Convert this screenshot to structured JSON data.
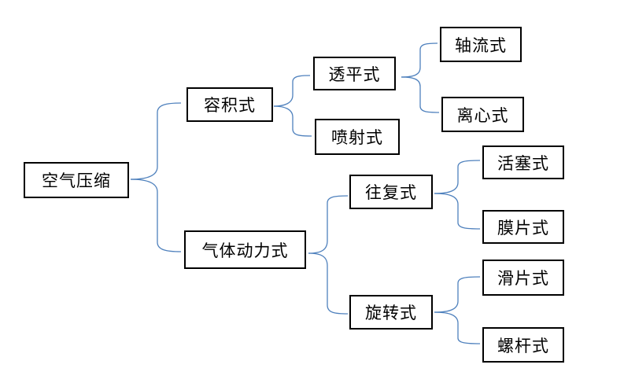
{
  "diagram": {
    "root": {
      "label": "空气压缩"
    },
    "volumetric": {
      "label": "容积式",
      "children": {
        "axial_flat": {
          "label": "透平式",
          "children": {
            "axial": {
              "label": "轴流式"
            },
            "centrifugal": {
              "label": "离心式"
            }
          }
        },
        "jet": {
          "label": "喷射式"
        }
      }
    },
    "aerodynamic": {
      "label": "气体动力式",
      "children": {
        "reciprocating": {
          "label": "往复式",
          "children": {
            "piston": {
              "label": "活塞式"
            },
            "diaphragm": {
              "label": "膜片式"
            }
          }
        },
        "rotary": {
          "label": "旋转式",
          "children": {
            "sliding_vane": {
              "label": "滑片式"
            },
            "screw": {
              "label": "螺杆式"
            }
          }
        }
      }
    },
    "connector_color": "#4f81bd"
  }
}
